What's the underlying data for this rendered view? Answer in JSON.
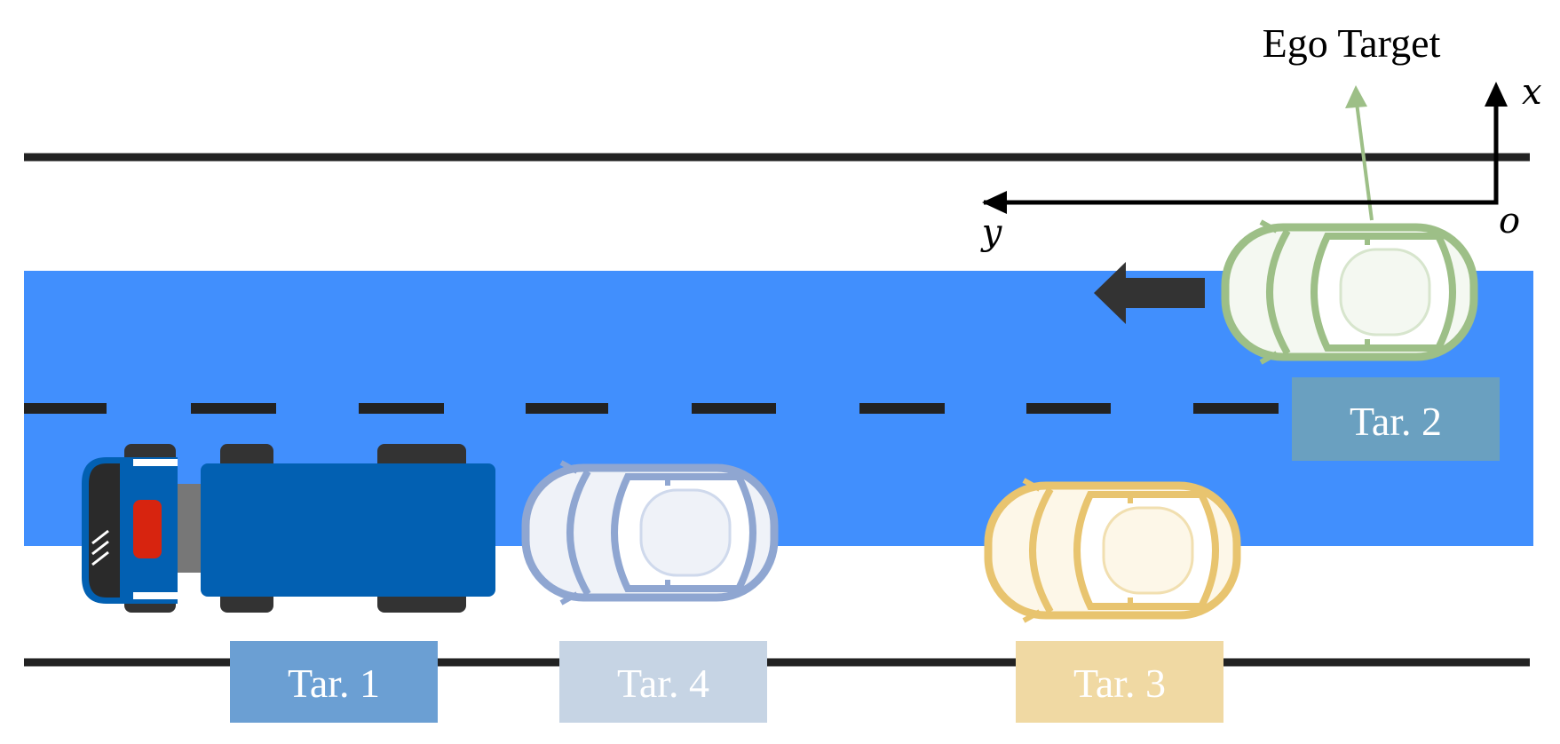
{
  "annotation": {
    "ego_label": "Ego Target"
  },
  "axes": {
    "x_label": "x",
    "y_label": "y",
    "origin_label": "o"
  },
  "targets": [
    {
      "id": "tar1",
      "label": "Tar. 1",
      "vehicle": "truck",
      "color": "#0260b2"
    },
    {
      "id": "tar2",
      "label": "Tar. 2",
      "vehicle": "car",
      "color": "#9dbf87"
    },
    {
      "id": "tar3",
      "label": "Tar. 3",
      "vehicle": "car",
      "color": "#e8c46f"
    },
    {
      "id": "tar4",
      "label": "Tar. 4",
      "vehicle": "car",
      "color": "#8fa6d1"
    }
  ],
  "colors": {
    "lane": "#418ffd",
    "road_edge": "#222222",
    "motion_arrow": "#333333",
    "ego_arrow": "#9dbf87",
    "label_tar1": "#6b9fd3",
    "label_tar2": "#6aa0c0",
    "label_tar3": "#f0d9a3",
    "label_tar4": "#c6d4e4"
  },
  "icons": [
    "truck-icon",
    "car-icon",
    "motion-arrow-icon",
    "axis-arrow-icon"
  ]
}
